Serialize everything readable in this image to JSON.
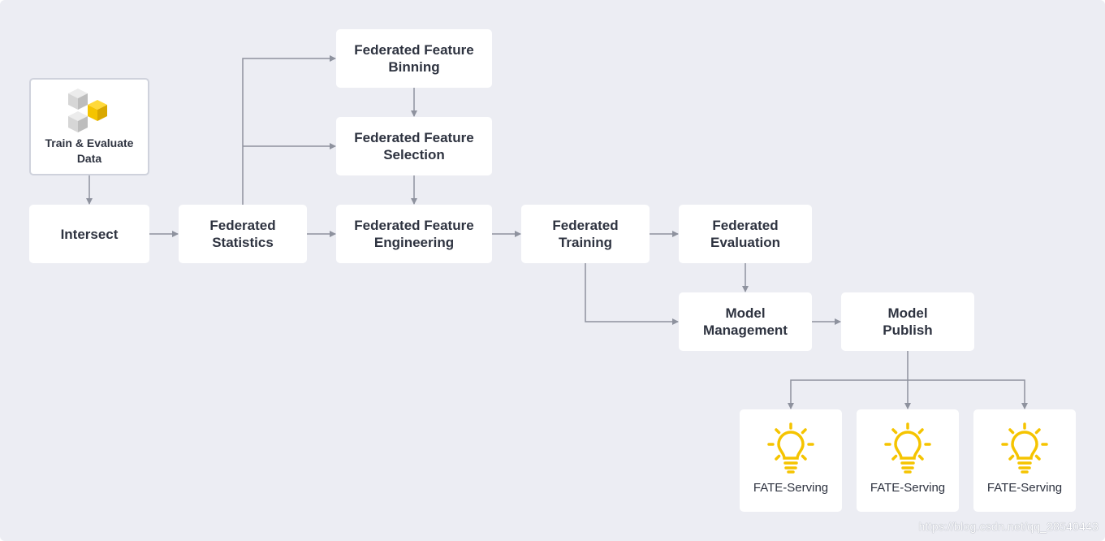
{
  "nodes": {
    "source": {
      "line1": "Train & Evaluate",
      "line2": "Data",
      "icon": "cubes-icon"
    },
    "intersect": {
      "line1": "Intersect"
    },
    "statistics": {
      "line1": "Federated",
      "line2": "Statistics"
    },
    "binning": {
      "line1": "Federated Feature",
      "line2": "Binning"
    },
    "selection": {
      "line1": "Federated Feature",
      "line2": "Selection"
    },
    "engineering": {
      "line1": "Federated Feature",
      "line2": "Engineering"
    },
    "training": {
      "line1": "Federated",
      "line2": "Training"
    },
    "evaluation": {
      "line1": "Federated",
      "line2": "Evaluation"
    },
    "management": {
      "line1": "Model",
      "line2": "Management"
    },
    "publish": {
      "line1": "Model",
      "line2": "Publish"
    }
  },
  "serving": [
    {
      "label": "FATE-Serving",
      "icon": "lightbulb-icon"
    },
    {
      "label": "FATE-Serving",
      "icon": "lightbulb-icon"
    },
    {
      "label": "FATE-Serving",
      "icon": "lightbulb-icon"
    }
  ],
  "colors": {
    "background": "#ecedf3",
    "node": "#ffffff",
    "text": "#2e3340",
    "connector": "#8e929e",
    "accent": "#f5c400"
  },
  "watermark": "https://blog.csdn.net/qq_28540443"
}
